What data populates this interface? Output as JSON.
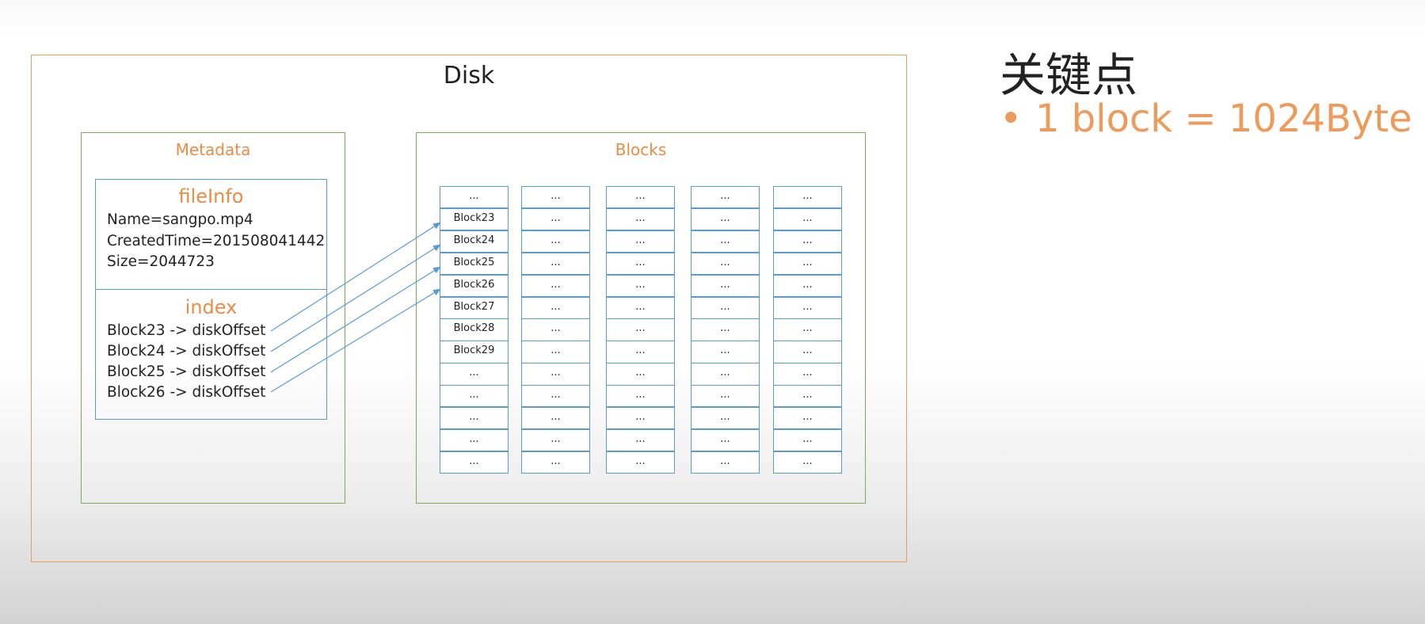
{
  "disk": {
    "title": "Disk"
  },
  "metadata": {
    "title": "Metadata",
    "file_info": {
      "title": "fileInfo",
      "lines": [
        "Name=sangpo.mp4",
        "CreatedTime=201508041442",
        "Size=2044723"
      ]
    },
    "index": {
      "title": "index",
      "lines": [
        "Block23 -> diskOffset",
        "Block24 -> diskOffset",
        "Block25 -> diskOffset",
        "Block26 -> diskOffset"
      ]
    }
  },
  "blocks": {
    "title": "Blocks",
    "columns": [
      [
        "...",
        "Block23",
        "Block24",
        "Block25",
        "Block26",
        "Block27",
        "Block28",
        "Block29",
        "...",
        "...",
        "...",
        "...",
        "..."
      ],
      [
        "...",
        "...",
        "...",
        "...",
        "...",
        "...",
        "...",
        "...",
        "...",
        "...",
        "...",
        "...",
        "..."
      ],
      [
        "...",
        "...",
        "...",
        "...",
        "...",
        "...",
        "...",
        "...",
        "...",
        "...",
        "...",
        "...",
        "..."
      ],
      [
        "...",
        "...",
        "...",
        "...",
        "...",
        "...",
        "...",
        "...",
        "...",
        "...",
        "...",
        "...",
        "..."
      ],
      [
        "...",
        "...",
        "...",
        "...",
        "...",
        "...",
        "...",
        "...",
        "...",
        "...",
        "...",
        "...",
        "..."
      ]
    ]
  },
  "notes": {
    "title": "关键点",
    "bullet_symbol": "•",
    "bullets": [
      "1 block = 1024Byte"
    ]
  },
  "colors": {
    "disk_border": "#ee9a5a",
    "panel_border": "#79ad55",
    "box_border": "#5b9bd5",
    "accent_text": "#ea8b46",
    "arrow": "#5b9bd5"
  }
}
